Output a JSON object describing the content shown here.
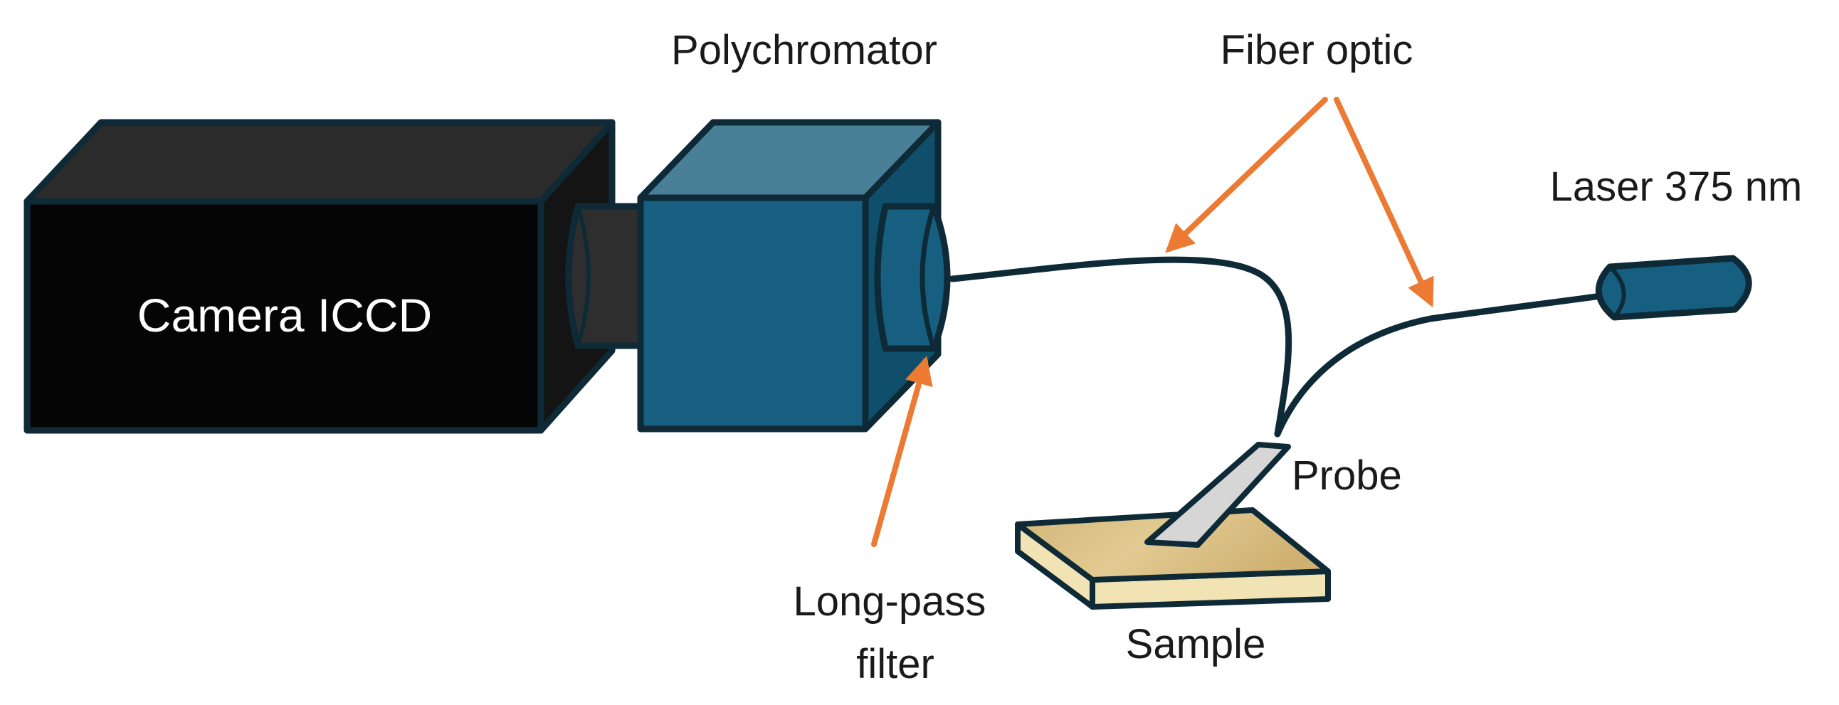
{
  "diagram": {
    "labels": {
      "camera": "Camera ICCD",
      "polychromator": "Polychromator",
      "fiber_optic": "Fiber optic",
      "laser": "Laser 375 nm",
      "probe": "Probe",
      "sample": "Sample",
      "filter_line1": "Long-pass",
      "filter_line2": "filter"
    },
    "colors": {
      "camera_front": "#050505",
      "camera_top": "#2b2b2b",
      "camera_side": "#141414",
      "polychromator_front": "#165f80",
      "polychromator_top": "#4a7f98",
      "polychromator_side": "#0f4f6c",
      "outline": "#0e2a36",
      "arrow": "#ec7a32",
      "sample_top": "#dcc387",
      "sample_side": "#f1e3b4",
      "probe": "#d6d6d6",
      "laser": "#165f80",
      "fiber": "#0e2a36"
    }
  }
}
